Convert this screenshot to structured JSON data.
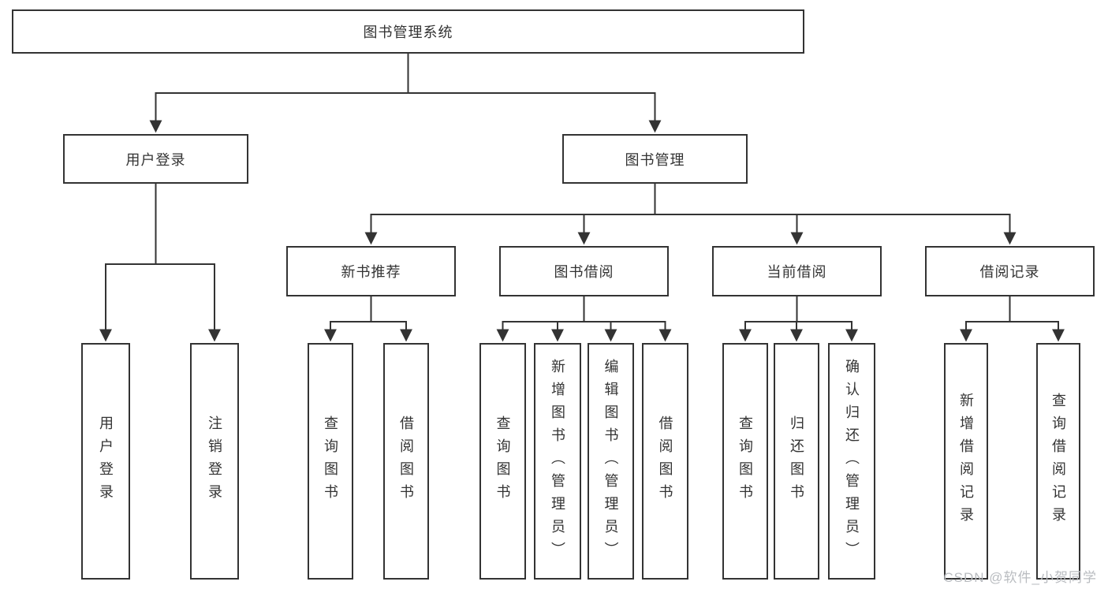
{
  "colors": {
    "line": "#333333",
    "text": "#333333",
    "watermark": "#b9bcc0",
    "background": "#ffffff"
  },
  "watermark": {
    "text": "CSDN @软件_小贺同学"
  },
  "tree": {
    "root": {
      "label": "图书管理系统",
      "children": [
        {
          "label": "用户登录",
          "children": [
            {
              "label": "用户登录"
            },
            {
              "label": "注销登录"
            }
          ]
        },
        {
          "label": "图书管理",
          "children": [
            {
              "label": "新书推荐",
              "children": [
                {
                  "label": "查询图书"
                },
                {
                  "label": "借阅图书"
                }
              ]
            },
            {
              "label": "图书借阅",
              "children": [
                {
                  "label": "查询图书"
                },
                {
                  "label": "新增图书（管理员）"
                },
                {
                  "label": "编辑图书（管理员）"
                },
                {
                  "label": "借阅图书"
                }
              ]
            },
            {
              "label": "当前借阅",
              "children": [
                {
                  "label": "查询图书"
                },
                {
                  "label": "归还图书"
                },
                {
                  "label": "确认归还（管理员）"
                }
              ]
            },
            {
              "label": "借阅记录",
              "children": [
                {
                  "label": "新增借阅记录"
                },
                {
                  "label": "查询借阅记录"
                }
              ]
            }
          ]
        }
      ]
    }
  }
}
